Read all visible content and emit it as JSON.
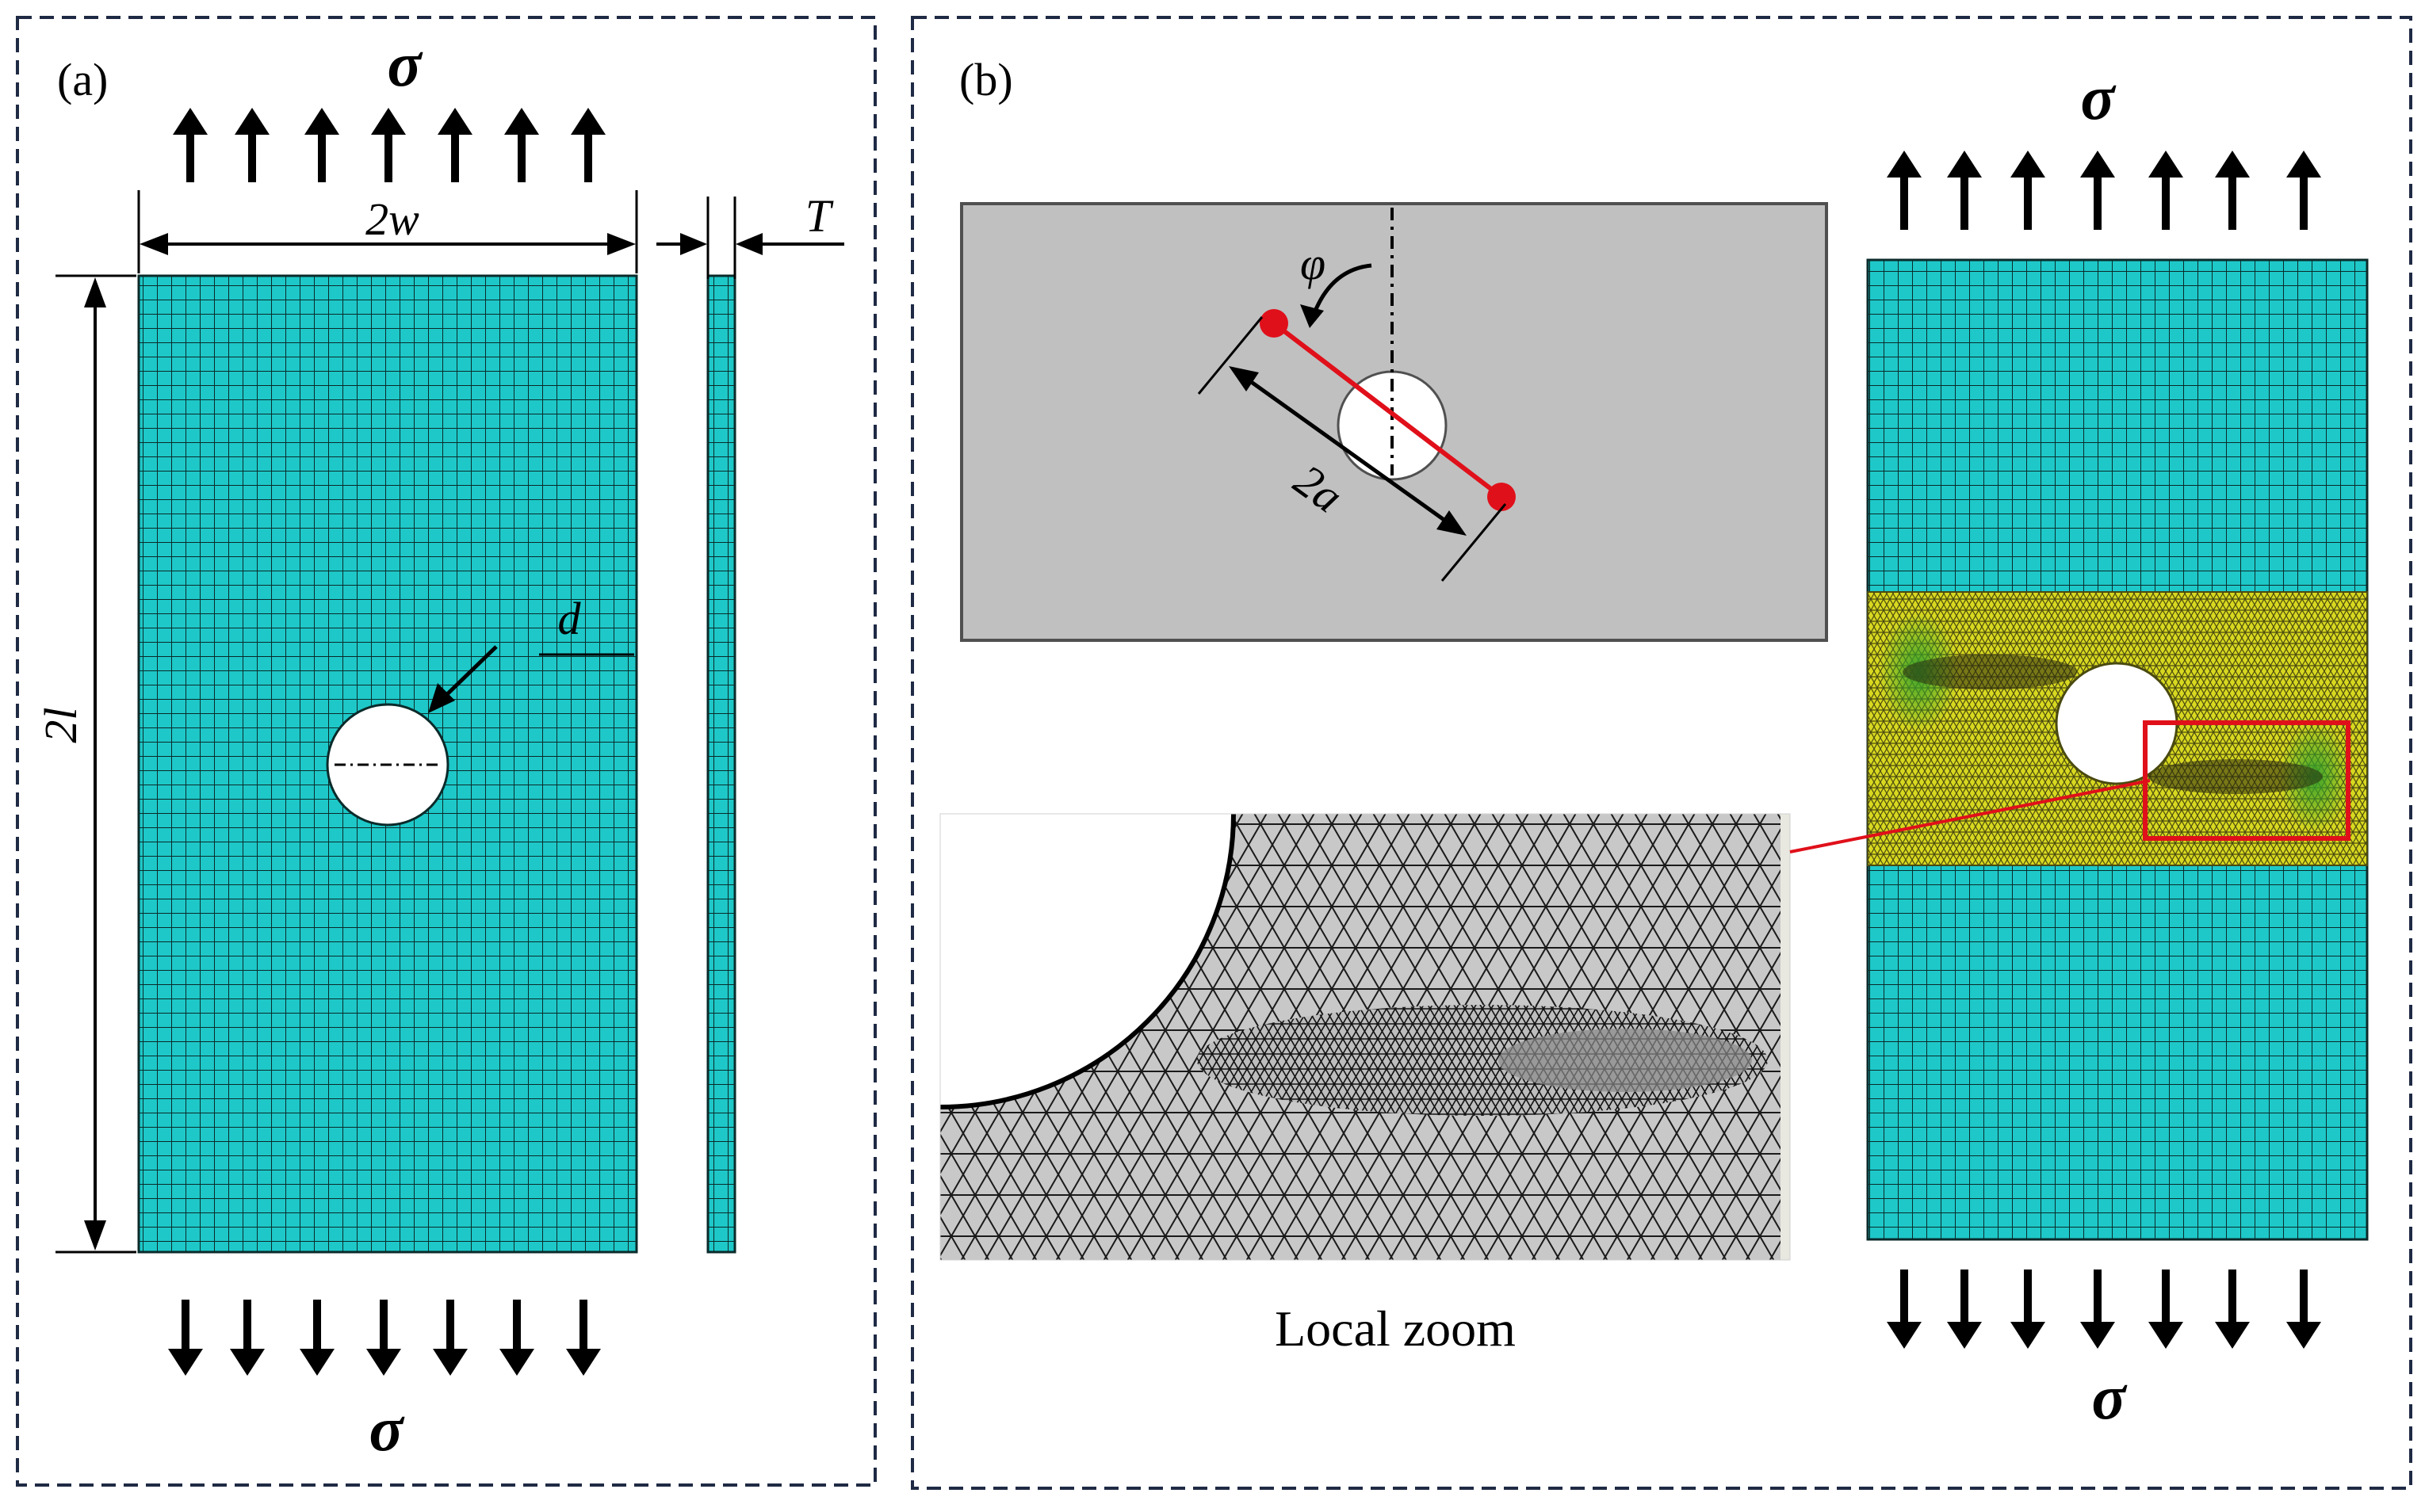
{
  "panel_a": {
    "label": "(a)",
    "sigma_top": "σ",
    "sigma_bottom": "σ",
    "width_label": "2w",
    "length_label": "2l",
    "thickness_label": "T",
    "hole_label": "d"
  },
  "panel_b": {
    "label": "(b)",
    "angle_label": "φ",
    "crack_label": "2a",
    "zoom_caption": "Local zoom",
    "sigma_top": "σ",
    "sigma_bottom": "σ"
  },
  "colors": {
    "frame": "#1f2a44",
    "mesh_fill": "#1ec8c8",
    "mesh_line": "#0b2a2a",
    "plate_gray": "#c0c0c0",
    "crack": "#e0101a",
    "refined_yellow": "#d8d820",
    "refined_green": "#40b030",
    "zoom_gray": "#c8c8c8"
  },
  "icons": {
    "load_arrow": "up-arrow-icon / down-arrow-icon"
  }
}
